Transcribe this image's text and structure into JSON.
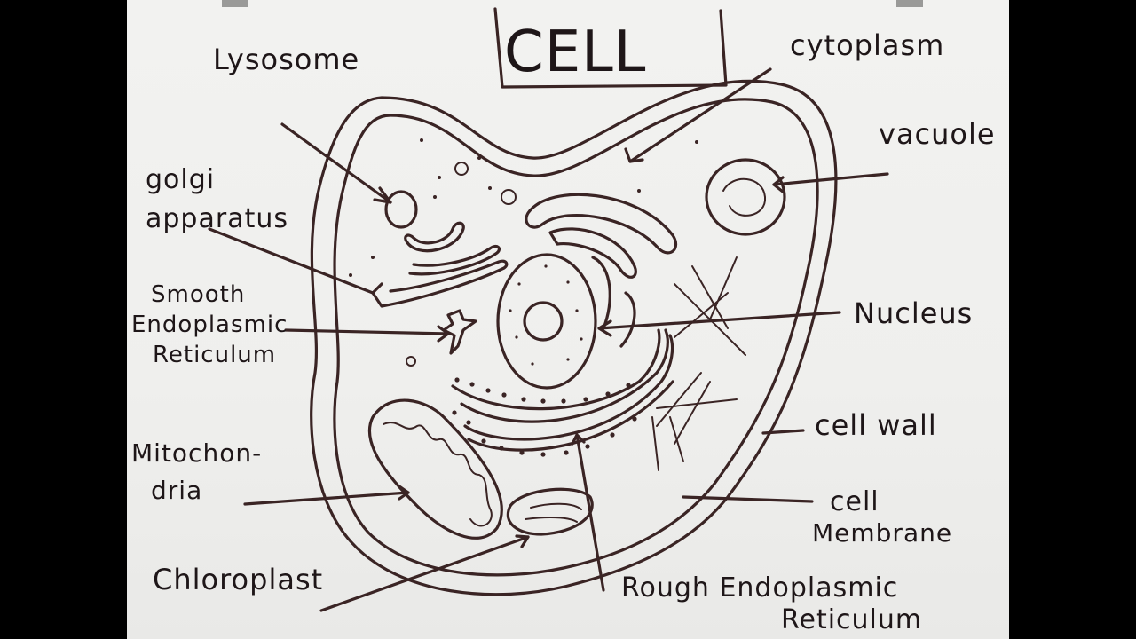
{
  "diagram": {
    "title": "CELL",
    "labels": {
      "lysosome": "Lysosome",
      "cytoplasm": "cytoplasm",
      "golgi_line1": "golgi",
      "golgi_line2": "apparatus",
      "vacuole": "vacuole",
      "ser_line1": "Smooth",
      "ser_line2": "Endoplasmic",
      "ser_line3": "Reticulum",
      "nucleus": "Nucleus",
      "cell_wall": "cell wall",
      "mito_line1": "Mitochon-",
      "mito_line2": "dria",
      "membrane_line1": "cell",
      "membrane_line2": "Membrane",
      "chloroplast": "Chloroplast",
      "rer_line1": "Rough  Endoplasmic",
      "rer_line2": "Reticulum"
    }
  },
  "colors": {
    "ink": "#3a2424",
    "board": "#f0f0ee",
    "frame": "#000000"
  }
}
